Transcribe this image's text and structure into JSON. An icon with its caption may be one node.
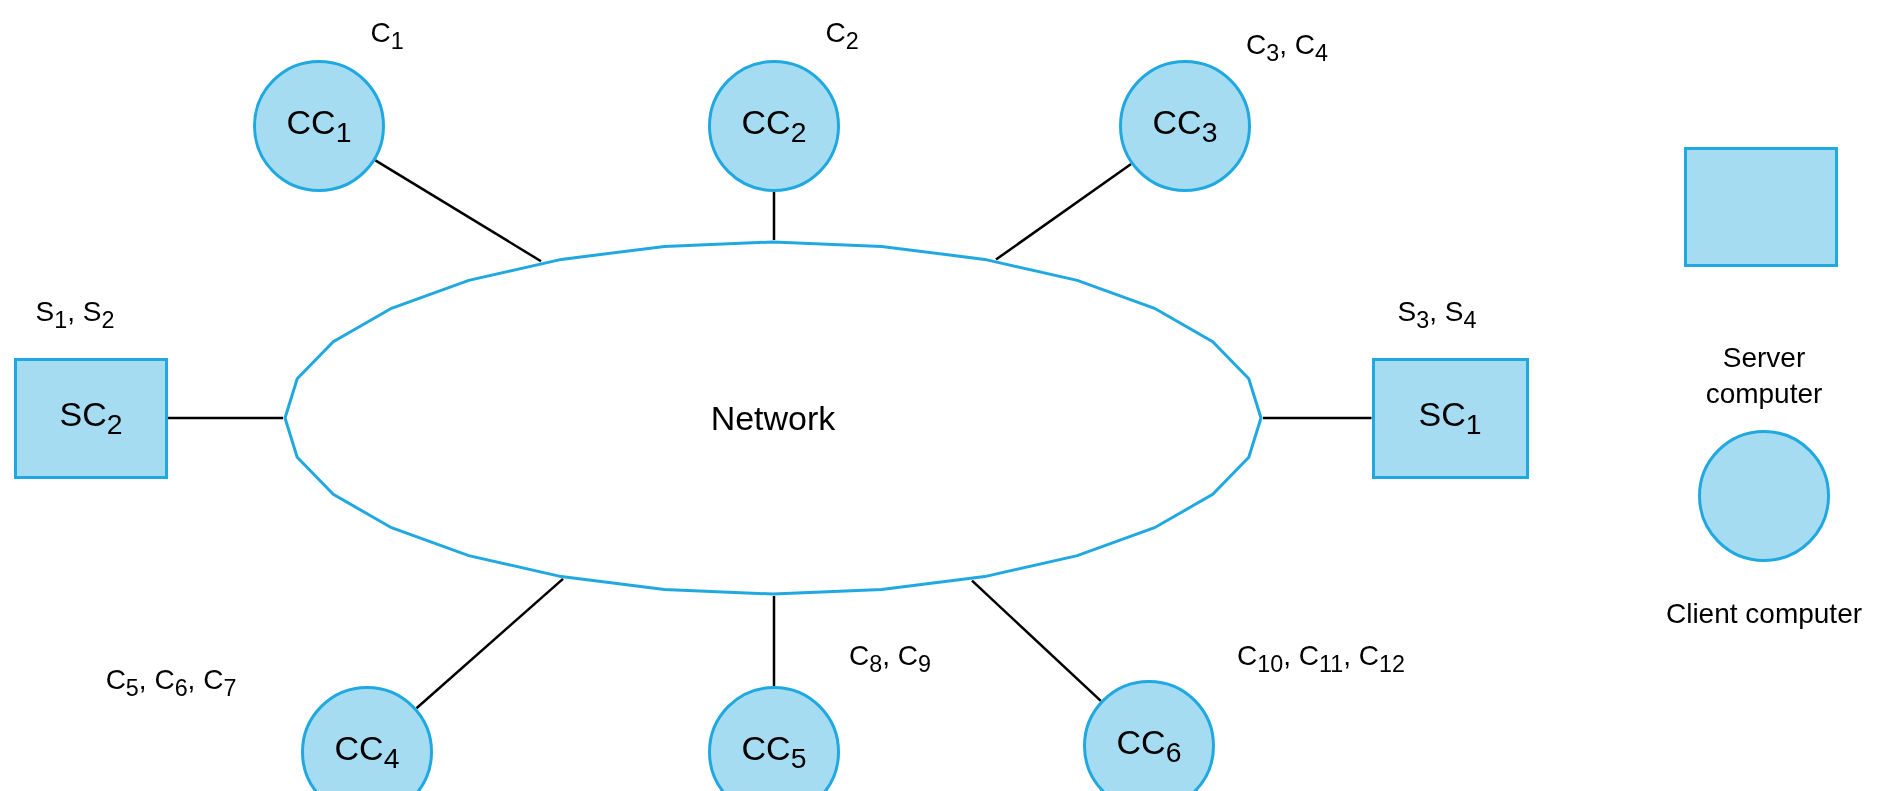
{
  "diagram": {
    "nodes": [
      {
        "text": [
          "Network"
        ]
      },
      {
        "text": [
          "CC$_{1}$"
        ],
        "beside": [
          "C$_{1}$"
        ]
      },
      {
        "text": [
          "CC$_{2}$"
        ],
        "beside": [
          "C$_{2}$"
        ]
      },
      {
        "text": [
          "CC$_{3}$"
        ],
        "beside": [
          "C$_{3}$, C$_{4}$"
        ]
      },
      {
        "text": [
          "SC$_{2}$"
        ],
        "beside": [
          "S$_{1}$, S$_{2}$"
        ]
      },
      {
        "text": [
          "SC$_{1}$"
        ],
        "beside": [
          "S$_{3}$, S$_{4}$"
        ]
      },
      {
        "text": [
          "CC$_{4}$"
        ],
        "beside": [
          "C$_{5}$, C$_{6}$, C$_{7}$"
        ]
      },
      {
        "text": [
          "CC$_{5}$"
        ],
        "beside": [
          "C$_{8}$, C$_{9}$"
        ]
      },
      {
        "text": [
          "CC$_{6}$"
        ],
        "beside": [
          "C$_{10}$, C$_{11}$, C$_{12}$"
        ]
      }
    ],
    "edges": [
      {
        "from": 1,
        "to": 0,
        "arrow": "none"
      },
      {
        "from": 2,
        "to": 0,
        "arrow": "none"
      },
      {
        "from": 3,
        "to": 0,
        "arrow": "none"
      },
      {
        "from": 4,
        "to": 0,
        "arrow": "none"
      },
      {
        "from": 5,
        "to": 0,
        "arrow": "none"
      },
      {
        "from": 6,
        "to": 0,
        "arrow": "none"
      },
      {
        "from": 7,
        "to": 0,
        "arrow": "none"
      },
      {
        "from": 8,
        "to": 0,
        "arrow": "none"
      }
    ],
    "legend": [
      {
        "text": "Server computer"
      },
      {
        "text": "Client computer"
      }
    ]
  }
}
